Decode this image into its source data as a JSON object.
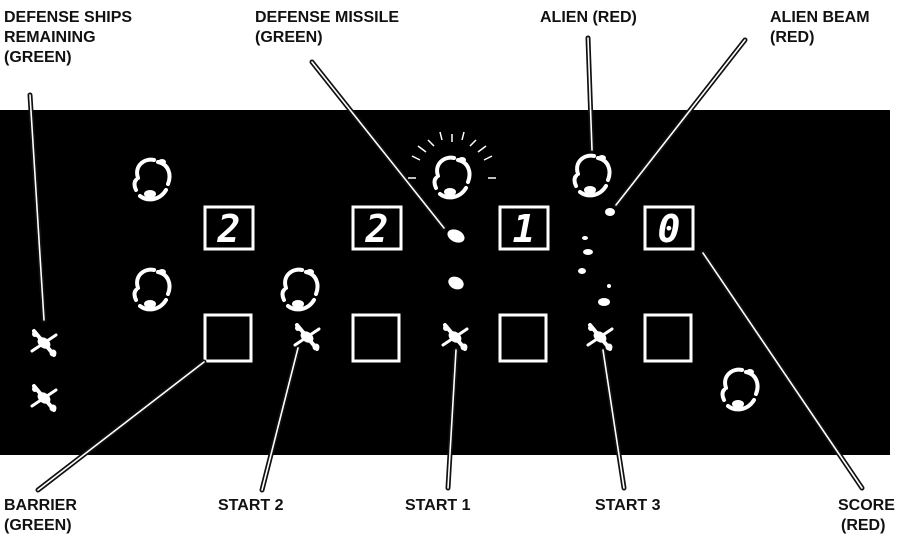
{
  "labels": {
    "defense_ships": [
      "DEFENSE SHIPS",
      "REMAINING",
      "(GREEN)"
    ],
    "defense_missile": [
      "DEFENSE MISSILE",
      "(GREEN)"
    ],
    "alien": [
      "ALIEN (RED)"
    ],
    "alien_beam": [
      "ALIEN BEAM",
      "(RED)"
    ],
    "barrier": [
      "BARRIER",
      "(GREEN)"
    ],
    "start2": [
      "START 2"
    ],
    "start1": [
      "START 1"
    ],
    "start3": [
      "START 3"
    ],
    "score": [
      "SCORE",
      "(RED)"
    ]
  },
  "digits": [
    "2",
    "2",
    "1",
    "0"
  ],
  "colors": {
    "panel": "#000000",
    "glyph": "#ffffff",
    "line": "#1a1a1a"
  }
}
